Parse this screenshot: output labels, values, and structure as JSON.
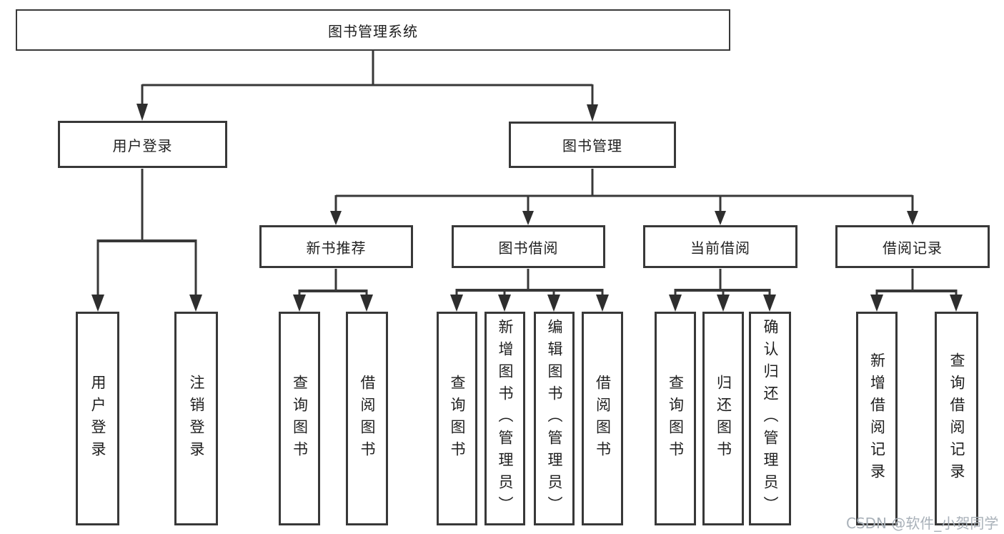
{
  "diagram": {
    "root": {
      "label": "图书管理系统"
    },
    "user_login": {
      "label": "用户登录",
      "children": [
        {
          "label": "用户登录"
        },
        {
          "label": "注销登录"
        }
      ]
    },
    "book_management": {
      "label": "图书管理",
      "sections": [
        {
          "label": "新书推荐",
          "children": [
            {
              "label": "查询图书"
            },
            {
              "label": "借阅图书"
            }
          ]
        },
        {
          "label": "图书借阅",
          "children": [
            {
              "label": "查询图书"
            },
            {
              "label": "新增图书（管理员）"
            },
            {
              "label": "编辑图书（管理员）"
            },
            {
              "label": "借阅图书"
            }
          ]
        },
        {
          "label": "当前借阅",
          "children": [
            {
              "label": "查询图书"
            },
            {
              "label": "归还图书"
            },
            {
              "label": "确认归还（管理员）"
            }
          ]
        },
        {
          "label": "借阅记录",
          "children": [
            {
              "label": "新增借阅记录"
            },
            {
              "label": "查询借阅记录"
            }
          ]
        }
      ]
    }
  },
  "watermark": {
    "text": "CSDN @软件_小贺同学"
  },
  "colors": {
    "line": "#383838",
    "arrow": "#2e2e2e",
    "box_border": "#383838",
    "text": "#1f1f1f",
    "watermark": "#a9b1b9"
  }
}
